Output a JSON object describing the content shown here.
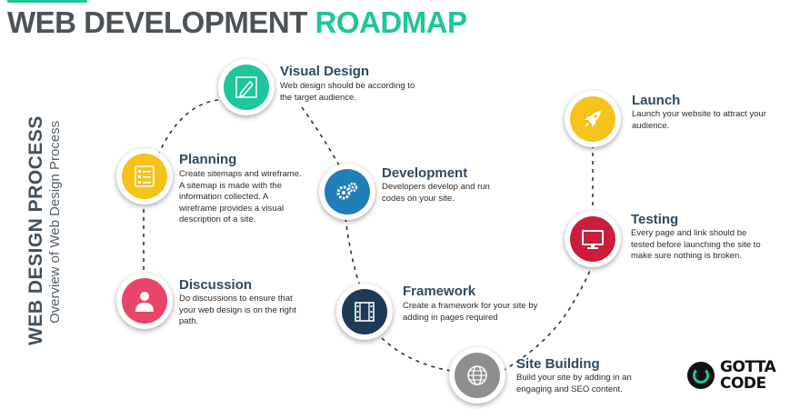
{
  "header": {
    "title_part1": "WEB DEVELOPMENT",
    "title_part2": "ROADMAP"
  },
  "side": {
    "title": "WEB DESIGN PROCESS",
    "subtitle": "Overview of Web Design Process"
  },
  "colors": {
    "accent": "#1ec69a",
    "visual_design": "#1ec69a",
    "planning": "#f6c21c",
    "discussion": "#e9456b",
    "development": "#1f7fb6",
    "framework": "#1d3b54",
    "site_building": "#8e8e8e",
    "testing": "#cc1e3a",
    "launch": "#f6c21c"
  },
  "steps": {
    "visual_design": {
      "title": "Visual Design",
      "desc": "Web design should be according to the target audience.",
      "icon": "pen-icon"
    },
    "planning": {
      "title": "Planning",
      "desc": "Create sitemaps and wireframe. A sitemap is made with the information collected. A wireframe provides a visual description of a site.",
      "icon": "checklist-icon"
    },
    "discussion": {
      "title": "Discussion",
      "desc": " Do discussions to ensure that your web design is on the right path.",
      "icon": "person-icon"
    },
    "development": {
      "title": "Development",
      "desc": "Developers develop and run codes on your site.",
      "icon": "gears-icon"
    },
    "framework": {
      "title": "Framework",
      "desc": "Create a framework for your site by adding in pages required",
      "icon": "film-icon"
    },
    "site_building": {
      "title": "Site Building",
      "desc": "Build your site by adding in an engaging and SEO content.",
      "icon": "globe-icon"
    },
    "testing": {
      "title": "Testing",
      "desc": "Every page and link should be tested before launching the site to make sure nothing is broken.",
      "icon": "monitor-icon"
    },
    "launch": {
      "title": "Launch",
      "desc": "Launch your website to attract your audience.",
      "icon": "rocket-icon"
    }
  },
  "logo": {
    "line1": "GOTTA",
    "line2": "CODE"
  }
}
